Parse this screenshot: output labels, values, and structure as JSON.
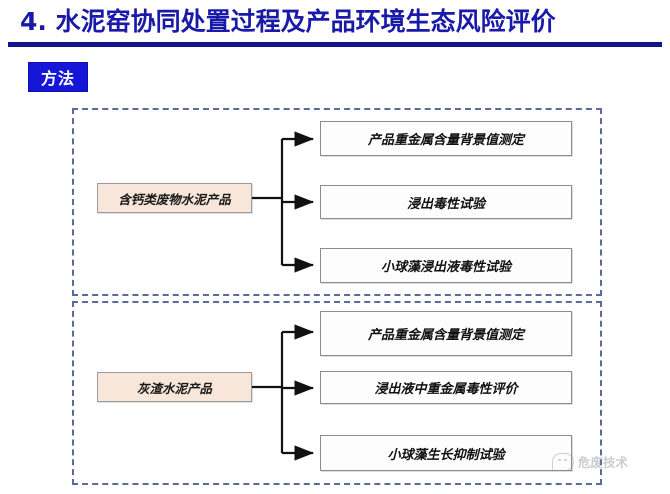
{
  "slide": {
    "title": "4. 水泥窑协同处置过程及产品环境生态风险评价",
    "badge_label": "方法",
    "title_color": "#1a1aa8",
    "rule_color": "#14148c",
    "badge_bg": "#1616d8",
    "badge_text_color": "#ffffff",
    "group_border_color": "#5a6a9a",
    "source_box_bg": "#f7e6d9",
    "target_box_bg": "#fdfdfd",
    "connector_color": "#111111"
  },
  "groups": [
    {
      "id": "group-1",
      "source": "含钙类废物水泥产品",
      "targets": [
        "产品重金属含量背景值测定",
        "浸出毒性试验",
        "小球藻浸出液毒性试验"
      ]
    },
    {
      "id": "group-2",
      "source": "灰渣水泥产品",
      "targets": [
        "产品重金属含量背景值测定",
        "浸出液中重金属毒性评价",
        "小球藻生长抑制试验"
      ]
    }
  ],
  "watermark": {
    "icon": "wechat-icon",
    "text": "危废技术"
  }
}
